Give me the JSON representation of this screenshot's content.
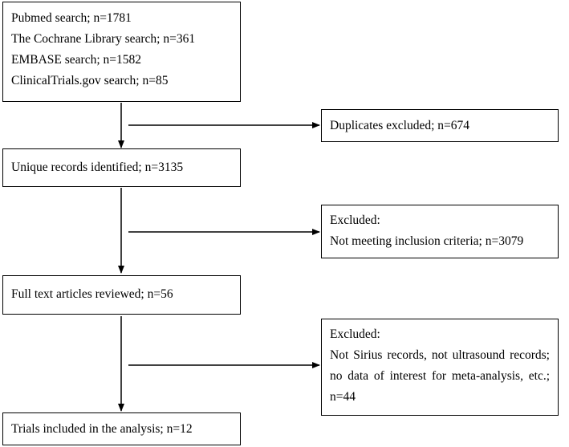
{
  "search_box": {
    "lines": [
      "Pubmed search; n=1781",
      "The Cochrane Library search; n=361",
      "EMBASE search; n=1582",
      "ClinicalTrials.gov search; n=85"
    ]
  },
  "duplicates_box": {
    "text": "Duplicates excluded; n=674"
  },
  "unique_box": {
    "text": "Unique records identified; n=3135"
  },
  "excluded1_box": {
    "title": "Excluded:",
    "text": "Not meeting inclusion criteria; n=3079"
  },
  "fulltext_box": {
    "text": "Full text articles reviewed; n=56"
  },
  "excluded2_box": {
    "title": "Excluded:",
    "text": "Not Sirius records, not ultrasound records; no data of interest for meta-analysis, etc.; n=44"
  },
  "trials_box": {
    "text": "Trials included in the analysis; n=12"
  },
  "colors": {
    "stroke": "#000000",
    "background": "#ffffff"
  }
}
